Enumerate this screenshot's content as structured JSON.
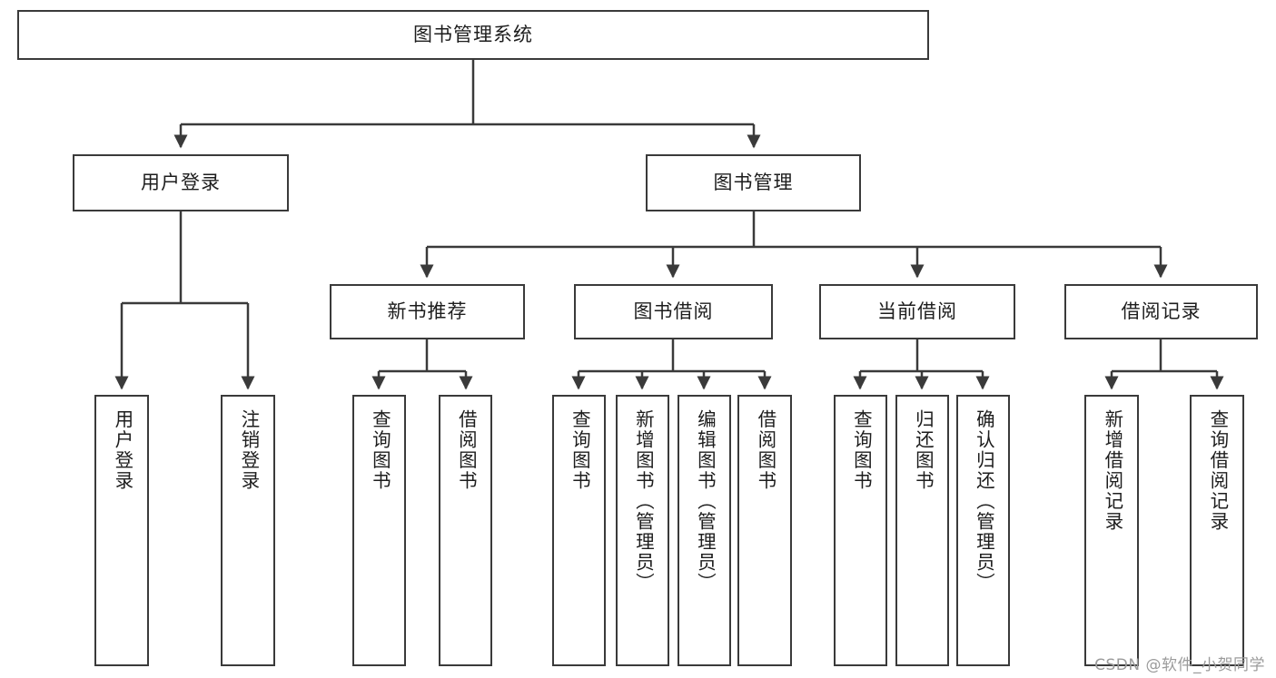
{
  "diagram": {
    "title": "图书管理系统",
    "type": "tree-hierarchy",
    "root": {
      "label": "图书管理系统"
    },
    "level2": [
      {
        "label": "用户登录"
      },
      {
        "label": "图书管理"
      }
    ],
    "level3": [
      {
        "label": "新书推荐"
      },
      {
        "label": "图书借阅"
      },
      {
        "label": "当前借阅"
      },
      {
        "label": "借阅记录"
      }
    ],
    "leaves": {
      "user_login": [
        {
          "label": "用户登录"
        },
        {
          "label": "注销登录"
        }
      ],
      "new_book_recommend": [
        {
          "label": "查询图书"
        },
        {
          "label": "借阅图书"
        }
      ],
      "book_borrow": [
        {
          "label": "查询图书"
        },
        {
          "label": "新增图书（管理员）"
        },
        {
          "label": "编辑图书（管理员）"
        },
        {
          "label": "借阅图书"
        }
      ],
      "current_borrow": [
        {
          "label": "查询图书"
        },
        {
          "label": "归还图书"
        },
        {
          "label": "确认归还（管理员）"
        }
      ],
      "borrow_record": [
        {
          "label": "新增借阅记录"
        },
        {
          "label": "查询借阅记录"
        }
      ]
    }
  },
  "watermark": {
    "text": "CSDN @软件_小贺同学"
  },
  "colors": {
    "stroke": "#3a3a3a",
    "fill": "#ffffff",
    "text": "#1d1d1d",
    "watermark": "#9b9b9b"
  }
}
